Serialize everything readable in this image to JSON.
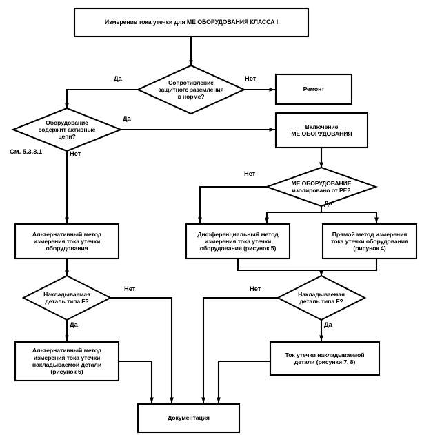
{
  "diagram": {
    "type": "flowchart",
    "language": "ru",
    "title_node": "Измерение тока утечки для МЕ ОБОРУДОВАНИЯ КЛАССА I",
    "nodes": {
      "start": {
        "shape": "process",
        "text": "Измерение тока утечки для МЕ ОБОРУДОВАНИЯ КЛАССА I"
      },
      "d_ground": {
        "shape": "decision",
        "line1": "Сопротивление",
        "line2": "защитного заземления",
        "line3": "в норме?"
      },
      "repair": {
        "shape": "process",
        "text": "Ремонт"
      },
      "d_active": {
        "shape": "decision",
        "line1": "Оборудование",
        "line2": "содержит активные",
        "line3": "цепи?"
      },
      "power_on": {
        "shape": "process",
        "line1": "Включение",
        "line2": "МЕ ОБОРУДОВАНИЯ"
      },
      "d_pe": {
        "shape": "decision",
        "line1": "МЕ ОБОРУДОВАНИЕ",
        "line2": "изолировано от PE?"
      },
      "alt_equip": {
        "shape": "process",
        "line1": "Альтернативный метод",
        "line2": "измерения тока утечки",
        "line3": "оборудования"
      },
      "diff_method": {
        "shape": "process",
        "line1": "Дифференциальный метод",
        "line2": "измерения тока утечки",
        "line3": "оборудования (рисунок 5)"
      },
      "direct_method": {
        "shape": "process",
        "line1": "Прямой метод измерения",
        "line2": "тока утечки оборудования",
        "line3": "(рисунок 4)"
      },
      "d_typef_left": {
        "shape": "decision",
        "line1": "Накладываемая",
        "line2": "деталь типа F?"
      },
      "d_typef_right": {
        "shape": "decision",
        "line1": "Накладываемая",
        "line2": "деталь типа F?"
      },
      "alt_part": {
        "shape": "process",
        "line1": "Альтернативный метод",
        "line2": "измерения тока утечки",
        "line3": "накладываемой детали",
        "line4": "(рисунок 6)"
      },
      "part_current": {
        "shape": "process",
        "line1": "Ток утечки накладываемой",
        "line2": "детали (рисунки 7, 8)"
      },
      "documentation": {
        "shape": "process",
        "text": "Документация"
      }
    },
    "edge_labels": {
      "ground_yes": "Да",
      "ground_no": "Нет",
      "active_yes": "Да",
      "active_no": "Нет",
      "pe_no": "Нет",
      "pe_yes": "Да",
      "typef_left_no": "Нет",
      "typef_left_yes": "Да",
      "typef_right_no": "Нет",
      "typef_right_yes": "Да"
    },
    "notes": {
      "clause_ref": "См. 5.3.3.1"
    },
    "style": {
      "stroke": "#000000",
      "fill": "#ffffff",
      "text": "#000000",
      "background": "#ffffff"
    }
  }
}
